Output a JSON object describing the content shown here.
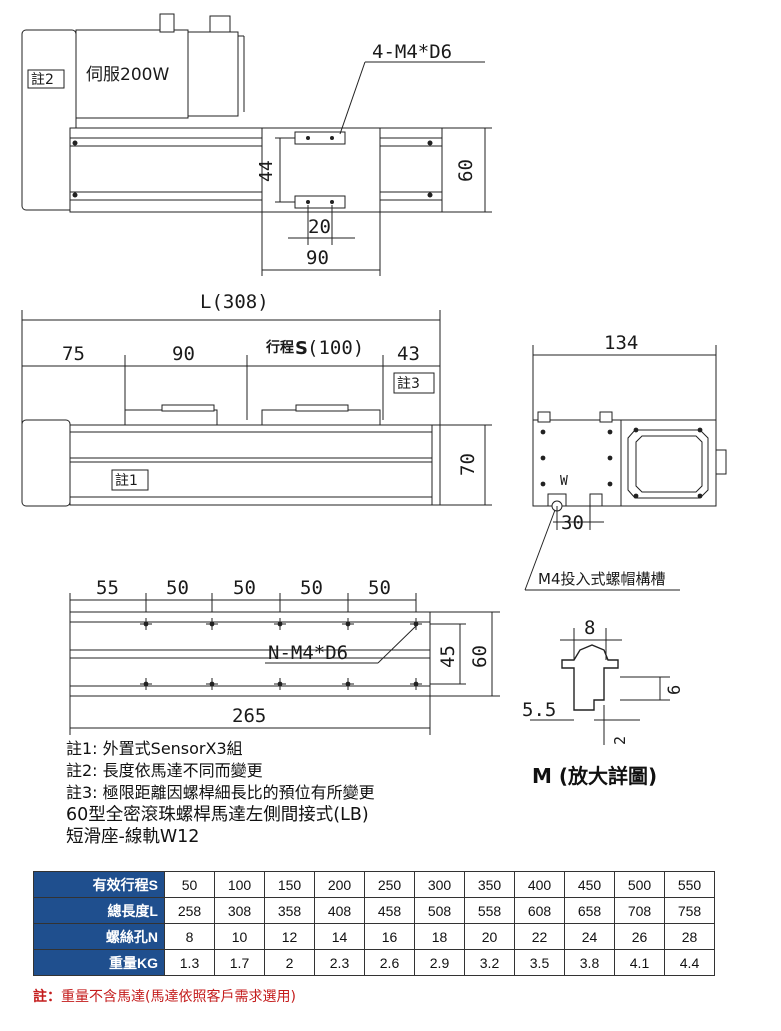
{
  "top_view": {
    "note2": "註2",
    "motor": "伺服200W",
    "bolt_spec": "4-M4*D6",
    "dim_44": "44",
    "dim_60": "60",
    "dim_20": "20",
    "dim_90": "90"
  },
  "side_view": {
    "dim_L": "L(308)",
    "dim_75": "75",
    "dim_90": "90",
    "stroke_prefix": "行程",
    "stroke_S": "S",
    "stroke_value": "(100)",
    "dim_43": "43",
    "note3": "註3",
    "note1": "註1",
    "dim_70": "70"
  },
  "end_view": {
    "dim_134": "134",
    "W": "W",
    "dim_30": "30",
    "slot_label": "M4投入式螺帽構槽"
  },
  "bottom_view": {
    "d55": "55",
    "d50a": "50",
    "d50b": "50",
    "d50c": "50",
    "d50d": "50",
    "hole_spec": "N-M4*D6",
    "dim_45": "45",
    "dim_60": "60",
    "dim_265": "265"
  },
  "detail_m": {
    "d8": "8",
    "d6": "6",
    "d55": "5.5",
    "d2": "2",
    "title": "M (放大詳圖)"
  },
  "notes": [
    "註1: 外置式SensorX3組",
    "註2: 長度依馬達不同而變更",
    "註3: 極限距離因螺桿細長比的預位有所變更"
  ],
  "model_line1": "60型全密滾珠螺桿馬達左側間接式(LB)",
  "model_line2": "短滑座-線軌W12",
  "spec_table": {
    "rows": [
      {
        "label": "有效行程S",
        "values": [
          "50",
          "100",
          "150",
          "200",
          "250",
          "300",
          "350",
          "400",
          "450",
          "500",
          "550"
        ]
      },
      {
        "label": "總長度L",
        "values": [
          "258",
          "308",
          "358",
          "408",
          "458",
          "508",
          "558",
          "608",
          "658",
          "708",
          "758"
        ]
      },
      {
        "label": "螺絲孔N",
        "values": [
          "8",
          "10",
          "12",
          "14",
          "16",
          "18",
          "20",
          "22",
          "24",
          "26",
          "28"
        ]
      },
      {
        "label": "重量KG",
        "values": [
          "1.3",
          "1.7",
          "2",
          "2.3",
          "2.6",
          "2.9",
          "3.2",
          "3.5",
          "3.8",
          "4.1",
          "4.4"
        ]
      }
    ],
    "header_color": "#1f4f8e"
  },
  "footnote": {
    "prefix": "註：",
    "text": "重量不含馬達(馬達依照客戶需求選用)",
    "color": "#c41c1c"
  }
}
